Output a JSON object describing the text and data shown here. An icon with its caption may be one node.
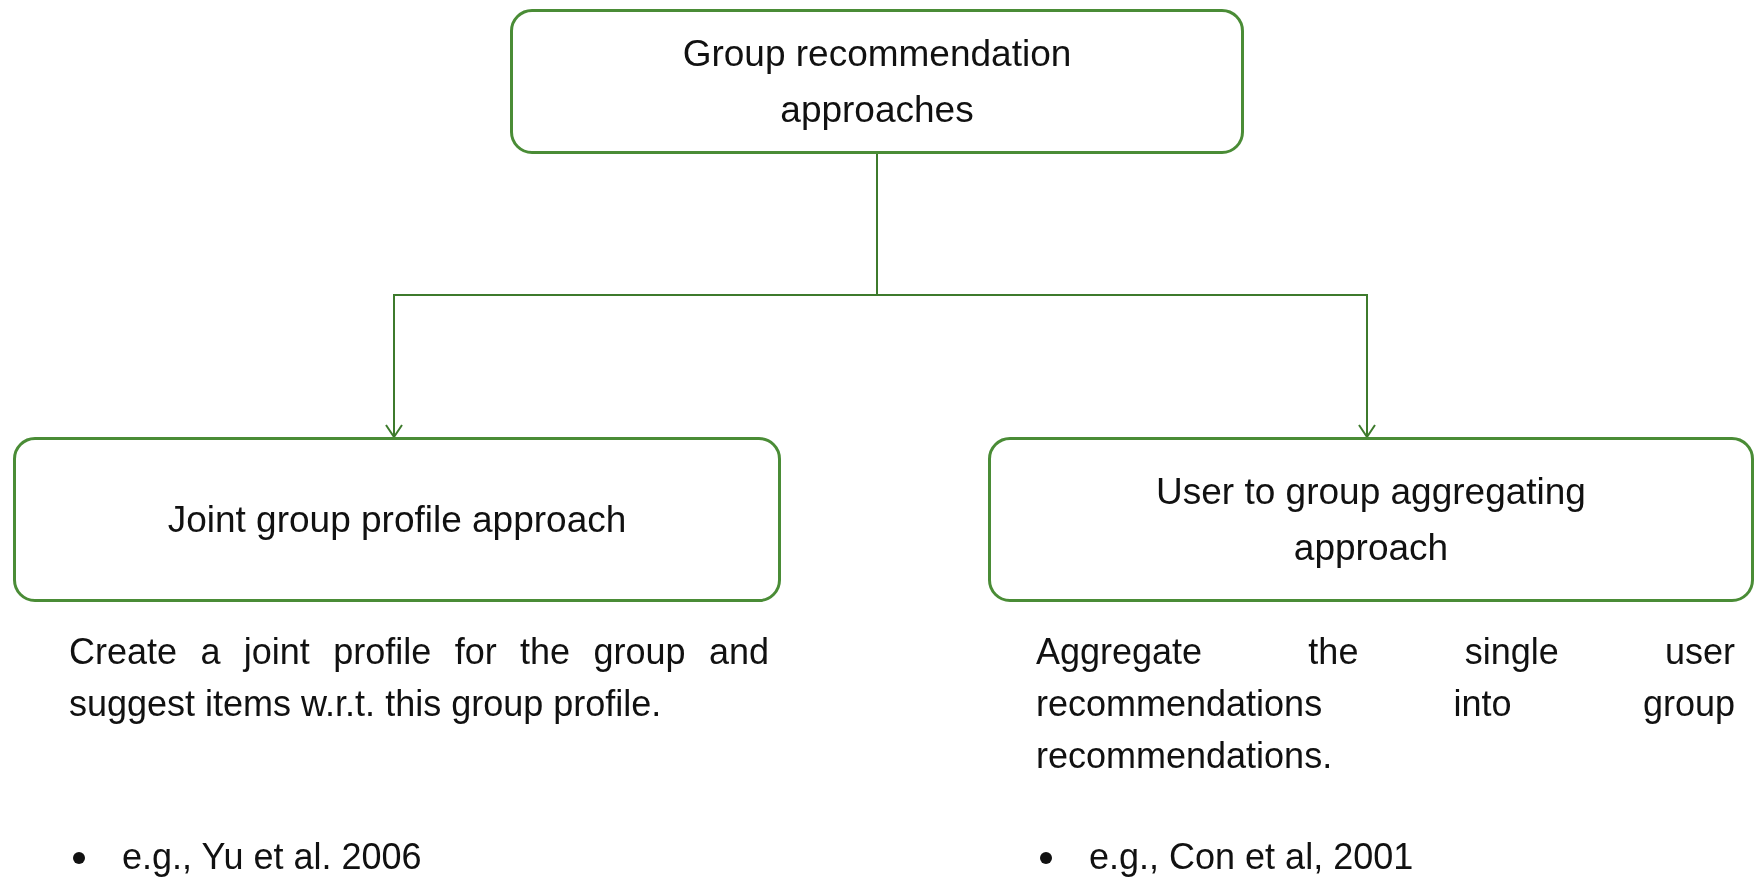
{
  "diagram": {
    "nodes": [
      {
        "text": [
          "Group recommendation approaches"
        ]
      },
      {
        "text": [
          "Joint group profile approach"
        ],
        "beside": [
          "Create a joint profile for the group and suggest items w.r.t. this group profile.",
          "e.g., Yu et al. 2006"
        ]
      },
      {
        "text": [
          "User to group aggregating approach"
        ],
        "beside": [
          "Aggregate the single user recommendations into group recommendations.",
          "e.g., Con et al, 2001"
        ]
      }
    ],
    "edges": [
      {
        "from": 0,
        "to": 1,
        "arrow": "to"
      },
      {
        "from": 0,
        "to": 2,
        "arrow": "to"
      }
    ]
  }
}
